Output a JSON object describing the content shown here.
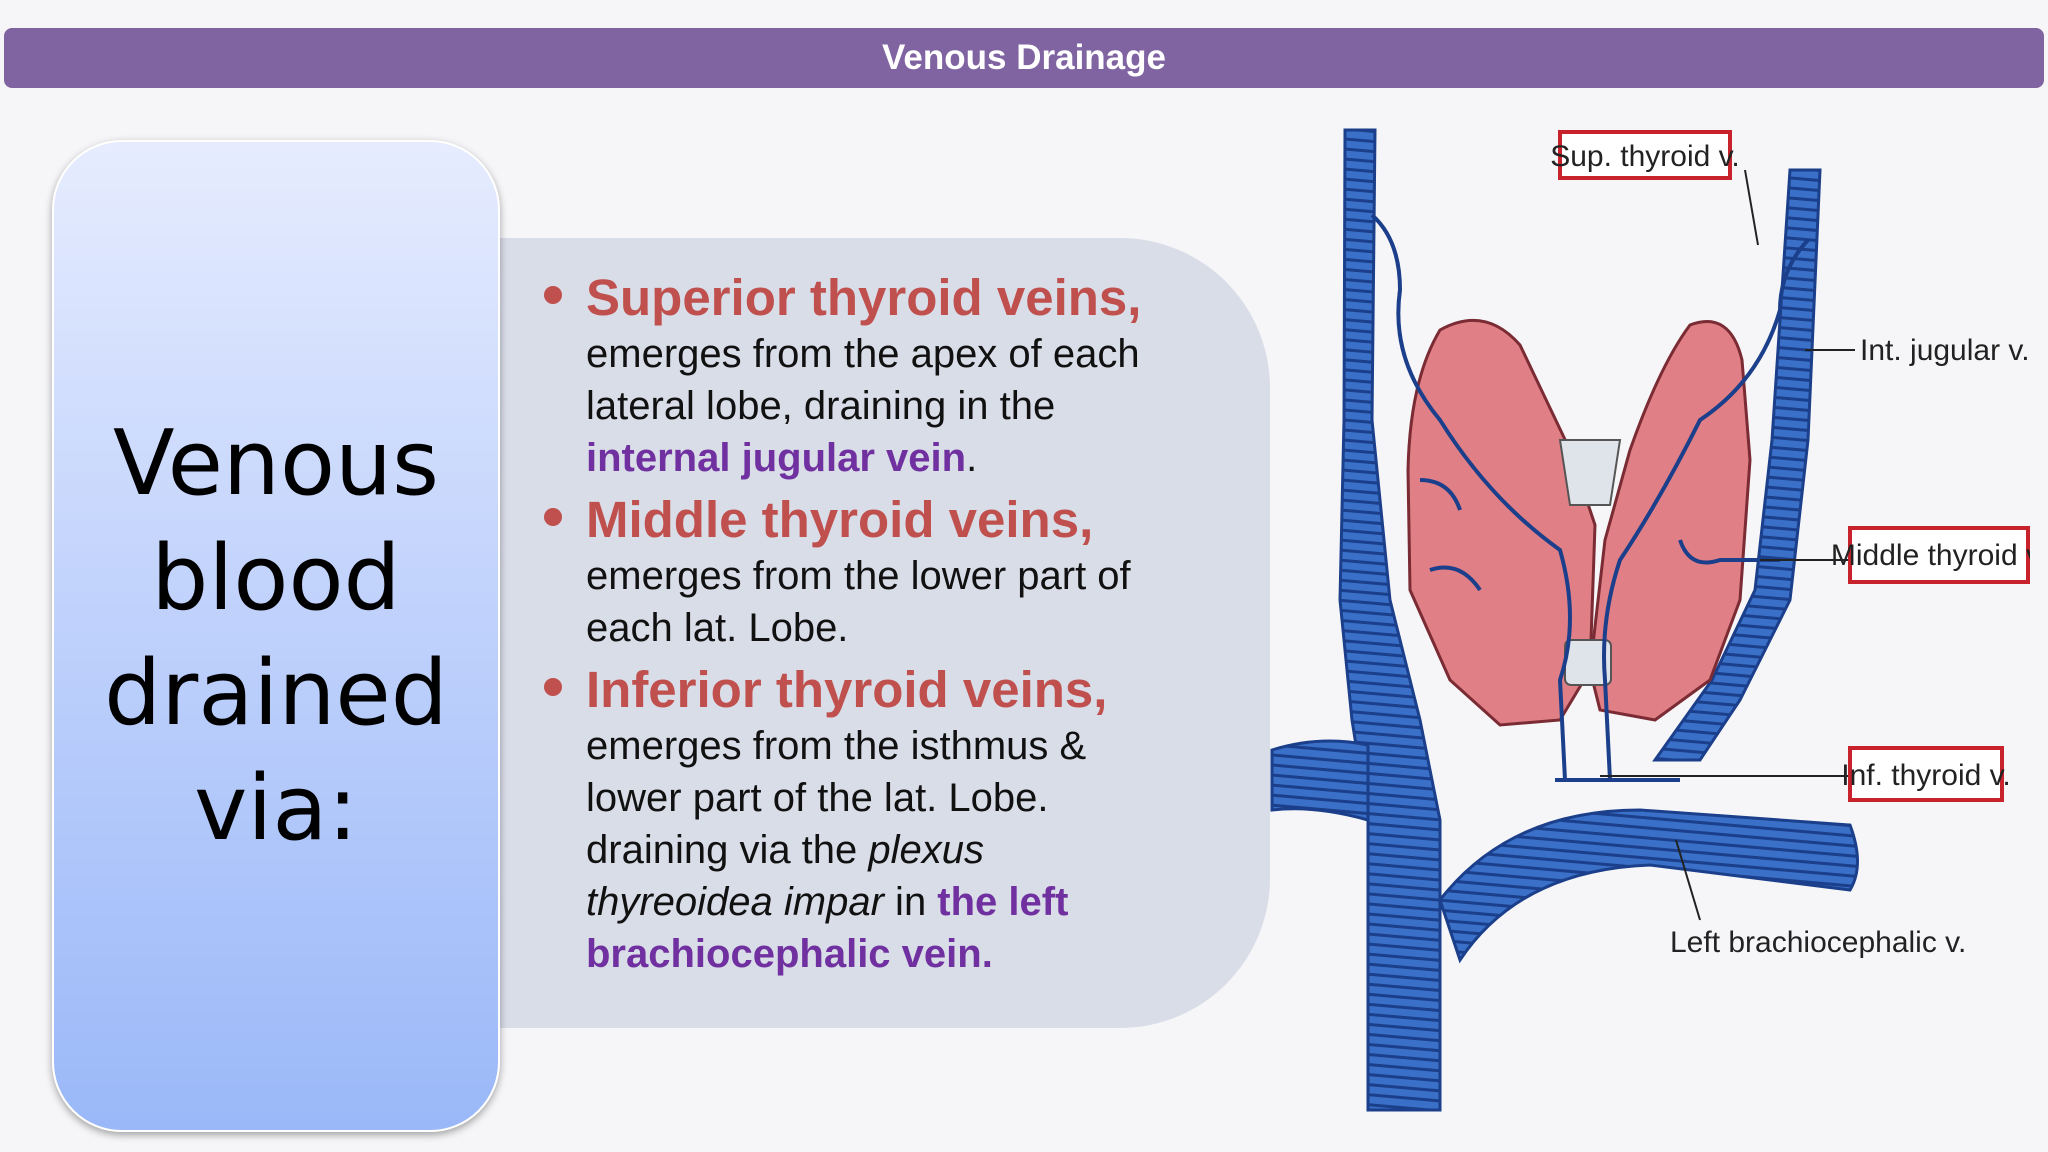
{
  "title": "Venous Drainage",
  "left_box": {
    "text": "Venous\nblood\ndrained\nvia:"
  },
  "bullets": [
    {
      "heading": "Superior thyroid veins,",
      "line1": "emerges from  the apex of each",
      "line2": "lateral lobe,  draining in the",
      "highlight": "internal jugular vein",
      "tail": "."
    },
    {
      "heading": "Middle thyroid veins,",
      "line1": "emerges from  the lower part of",
      "line2": "each lat. Lobe."
    },
    {
      "heading": "Inferior thyroid veins,",
      "line1": "emerges from  the isthmus &",
      "line2": "lower part of the lat.  Lobe.",
      "line3_prefix": "draining via the ",
      "italic": "plexus thyreoidea impar",
      "line4_mid": " in ",
      "highlight": "the left brachiocephalic vein."
    }
  ],
  "diagram": {
    "labels": {
      "sup_thyroid": "Sup. thyroid v.",
      "int_jugular": "Int. jugular v.",
      "middle_thyroid": "Middle thyroid v.",
      "inf_thyroid": "Inf. thyroid v.",
      "left_brachiocephalic": "Left brachiocephalic v."
    },
    "colors": {
      "vein": "#3a70c8",
      "vein_stripe": "#1b3f8a",
      "gland": "#e07f86",
      "label_box": "#c8232c"
    }
  }
}
